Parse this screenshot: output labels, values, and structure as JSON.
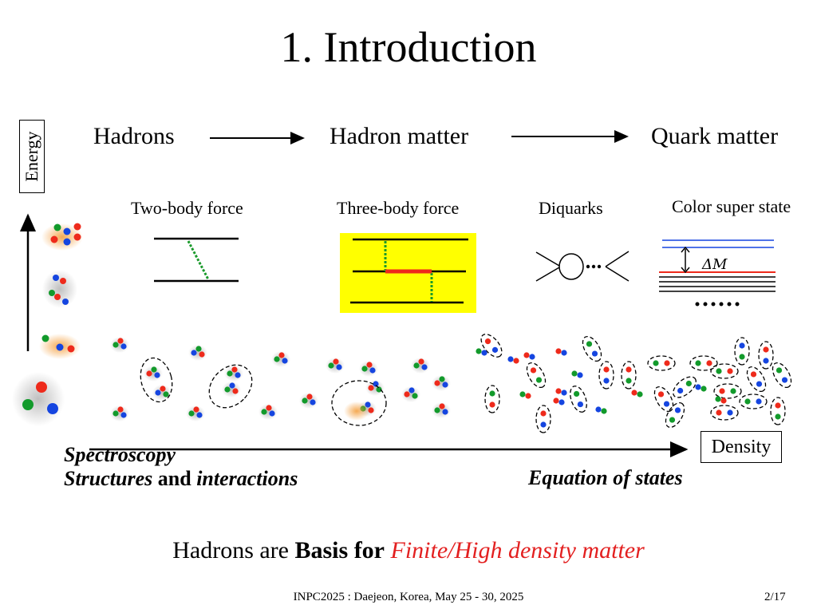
{
  "title": "1. Introduction",
  "stages": [
    "Hadrons",
    "Hadron matter",
    "Quark matter"
  ],
  "forces": {
    "two_body": "Two-body force",
    "three_body": "Three-body force",
    "diquarks": "Diquarks",
    "color_super": "Color super state",
    "delta_m": "ΔM"
  },
  "axes": {
    "energy": "Energy",
    "density": "Density"
  },
  "labels": {
    "spectroscopy": "Spectroscopy",
    "structures": "Structures",
    "and": "and",
    "interactions": "interactions",
    "eos": "Equation of states"
  },
  "bottom": {
    "prefix": "Hadrons are ",
    "bold": "Basis for",
    "red": "Finite/High density matter"
  },
  "footer": "INPC2025 : Daejeon, Korea, May 25 - 30, 2025",
  "page": "2/17",
  "colors": {
    "quark_red": "#ee2a1b",
    "quark_green": "#129a2b",
    "quark_blue": "#1545e0",
    "highlight": "#ffff00",
    "accent_red": "#e32020"
  }
}
